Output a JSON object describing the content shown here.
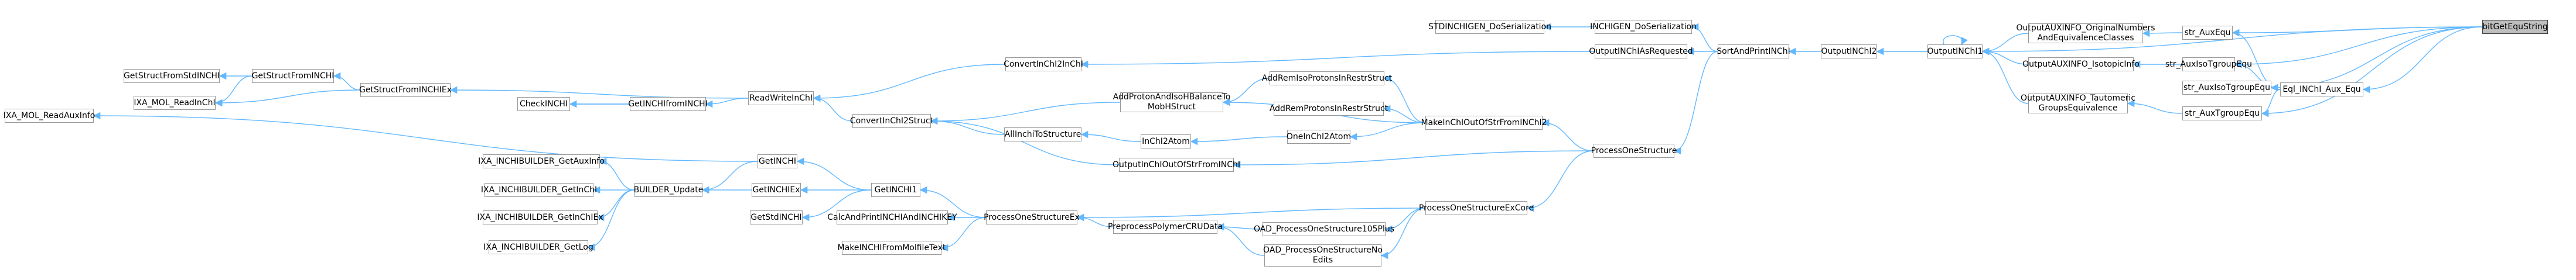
{
  "graph": {
    "root": "ktGetEquString",
    "nodes": [
      {
        "id": "ktGetEquString",
        "label": "bitGetEquString"
      },
      {
        "id": "str_AuxEqu",
        "label": "str_AuxEqu"
      },
      {
        "id": "Eql_INChI_Aux_Equ",
        "label": "Eql_INChI_Aux_Equ"
      },
      {
        "id": "str_AuxIsoTgroupEqu",
        "label": "str_AuxIsoTgroupEqu"
      },
      {
        "id": "str_AuxTgroupEqu",
        "label": "str_AuxTgroupEqu"
      },
      {
        "id": "str_AuxIsoTgroupEqu2",
        "label": "str_AuxIsoTgroupEqu"
      },
      {
        "id": "OutputAUXINFO_OriginalNumbers",
        "label": "OutputAUXINFO_OriginalNumbers\nAndEquivalenceClasses"
      },
      {
        "id": "OutputAUXINFO_IsotopicInfo",
        "label": "OutputAUXINFO_IsotopicInfo"
      },
      {
        "id": "OutputAUXINFO_Tautomeric",
        "label": "OutputAUXINFO_Tautomeric\nGroupsEquivalence"
      },
      {
        "id": "OutputINChI1",
        "label": "OutputINChI1"
      },
      {
        "id": "OutputINChI2",
        "label": "OutputINChI2"
      },
      {
        "id": "SortAndPrintINChI",
        "label": "SortAndPrintINChI"
      },
      {
        "id": "INCHIGEN_DoSerialization",
        "label": "INCHIGEN_DoSerialization"
      },
      {
        "id": "STDINCHIGEN_DoSerialization",
        "label": "STDINCHIGEN_DoSerialization"
      },
      {
        "id": "OutputINChIAsRequested",
        "label": "OutputINChIAsRequested"
      },
      {
        "id": "ConvertInChI2InChI",
        "label": "ConvertInChI2InChI"
      },
      {
        "id": "ReadWriteInChI",
        "label": "ReadWriteInChI"
      },
      {
        "id": "GetStructFromINCHIEx",
        "label": "GetStructFromINCHIEx"
      },
      {
        "id": "GetStructFromINCHI",
        "label": "GetStructFromINCHI"
      },
      {
        "id": "GetStructFromStdINCHI",
        "label": "GetStructFromStdINCHI"
      },
      {
        "id": "IXA_MOL_ReadInChI",
        "label": "IXA_MOL_ReadInChI"
      },
      {
        "id": "CheckINCHI",
        "label": "CheckINCHI"
      },
      {
        "id": "GetINCHIfromINCHI",
        "label": "GetINCHIfromINCHI"
      },
      {
        "id": "IXA_MOL_ReadAuxInfo",
        "label": "IXA_MOL_ReadAuxInfo"
      },
      {
        "id": "ProcessOneStructure",
        "label": "ProcessOneStructure"
      },
      {
        "id": "MakeInChIOutOfStrFromINChI2",
        "label": "MakeInChIOutOfStrFromINChI2"
      },
      {
        "id": "AddRemIsoProtonsInRestrStruct",
        "label": "AddRemIsoProtonsInRestrStruct"
      },
      {
        "id": "AddRemProtonsInRestrStruct",
        "label": "AddRemProtonsInRestrStruct"
      },
      {
        "id": "AddProtonAndIsoHBalanceTo",
        "label": "AddProtonAndIsoHBalanceTo\nMobHStruct"
      },
      {
        "id": "ConvertInChI2Struct",
        "label": "ConvertInChI2Struct"
      },
      {
        "id": "AllInchiToStructure",
        "label": "AllInchiToStructure"
      },
      {
        "id": "InChI2Atom",
        "label": "InChI2Atom"
      },
      {
        "id": "OneInChI2Atom",
        "label": "OneInChI2Atom"
      },
      {
        "id": "OutputInChIOutOfStrFromINChI",
        "label": "OutputInChIOutOfStrFromINChI"
      },
      {
        "id": "ProcessOneStructureExCore",
        "label": "ProcessOneStructureExCore"
      },
      {
        "id": "ProcessOneStructureEx",
        "label": "ProcessOneStructureEx"
      },
      {
        "id": "GetINCHI1",
        "label": "GetINCHI1"
      },
      {
        "id": "GetINCHI",
        "label": "GetINCHI"
      },
      {
        "id": "GetINCHIEx",
        "label": "GetINCHIEx"
      },
      {
        "id": "GetStdINCHI",
        "label": "GetStdINCHI"
      },
      {
        "id": "BUILDER_Update",
        "label": "BUILDER_Update"
      },
      {
        "id": "IXA_INCHIBUILDER_GetAuxInfo",
        "label": "IXA_INCHIBUILDER_GetAuxInfo"
      },
      {
        "id": "IXA_INCHIBUILDER_GetInChI",
        "label": "IXA_INCHIBUILDER_GetInChI"
      },
      {
        "id": "IXA_INCHIBUILDER_GetInChIEx",
        "label": "IXA_INCHIBUILDER_GetInChIEx"
      },
      {
        "id": "IXA_INCHIBUILDER_GetLog",
        "label": "IXA_INCHIBUILDER_GetLog"
      },
      {
        "id": "CalcAndPrintINCHIAndINCHIKEY",
        "label": "CalcAndPrintINCHIAndINCHIKEY"
      },
      {
        "id": "MakeINCHIFromMolfileText",
        "label": "MakeINCHIFromMolfileText"
      },
      {
        "id": "PreprocessPolymerCRUData",
        "label": "PreprocessPolymerCRUData"
      },
      {
        "id": "OAD_ProcessOneStructure105Plus",
        "label": "OAD_ProcessOneStructure105Plus"
      },
      {
        "id": "OAD_ProcessOneStructureNo",
        "label": "OAD_ProcessOneStructureNo\nEdits"
      }
    ],
    "edges": [
      [
        "str_AuxEqu",
        "ktGetEquString"
      ],
      [
        "Eql_INChI_Aux_Equ",
        "ktGetEquString"
      ],
      [
        "str_AuxIsoTgroupEqu",
        "ktGetEquString"
      ],
      [
        "str_AuxTgroupEqu",
        "ktGetEquString"
      ],
      [
        "str_AuxIsoTgroupEqu2",
        "ktGetEquString"
      ],
      [
        "OutputINChI1",
        "ktGetEquString"
      ],
      [
        "OutputAUXINFO_OriginalNumbers",
        "str_AuxEqu"
      ],
      [
        "OutputAUXINFO_IsotopicInfo",
        "str_AuxIsoTgroupEqu2"
      ],
      [
        "OutputAUXINFO_Tautomeric",
        "str_AuxTgroupEqu"
      ],
      [
        "str_AuxEqu",
        "Eql_INChI_Aux_Equ"
      ],
      [
        "str_AuxIsoTgroupEqu",
        "Eql_INChI_Aux_Equ"
      ],
      [
        "str_AuxTgroupEqu",
        "Eql_INChI_Aux_Equ"
      ],
      [
        "str_AuxIsoTgroupEqu2",
        "Eql_INChI_Aux_Equ"
      ],
      [
        "OutputINChI1",
        "OutputAUXINFO_OriginalNumbers"
      ],
      [
        "OutputINChI1",
        "OutputAUXINFO_IsotopicInfo"
      ],
      [
        "OutputINChI1",
        "OutputAUXINFO_Tautomeric"
      ],
      [
        "OutputINChI1",
        "OutputINChI1"
      ],
      [
        "OutputINChI2",
        "OutputINChI1"
      ],
      [
        "SortAndPrintINChI",
        "OutputINChI2"
      ],
      [
        "INCHIGEN_DoSerialization",
        "SortAndPrintINChI"
      ],
      [
        "STDINCHIGEN_DoSerialization",
        "INCHIGEN_DoSerialization"
      ],
      [
        "OutputINChIAsRequested",
        "SortAndPrintINChI"
      ],
      [
        "ProcessOneStructure",
        "SortAndPrintINChI"
      ],
      [
        "ConvertInChI2InChI",
        "OutputINChIAsRequested"
      ],
      [
        "ReadWriteInChI",
        "ConvertInChI2InChI"
      ],
      [
        "GetStructFromINCHIEx",
        "ReadWriteInChI"
      ],
      [
        "GetINCHIfromINCHI",
        "ReadWriteInChI"
      ],
      [
        "GetStructFromINCHI",
        "GetStructFromINCHIEx"
      ],
      [
        "IXA_MOL_ReadInChI",
        "GetStructFromINCHIEx"
      ],
      [
        "GetStructFromStdINCHI",
        "GetStructFromINCHI"
      ],
      [
        "IXA_MOL_ReadInChI",
        "GetStructFromINCHI"
      ],
      [
        "CheckINCHI",
        "GetINCHIfromINCHI"
      ],
      [
        "GetINCHIfromINCHI",
        "CheckINCHI"
      ],
      [
        "ReadWriteInChI",
        "ConvertInChI2Struct"
      ],
      [
        "IXA_MOL_ReadAuxInfo",
        "GetINCHI"
      ],
      [
        "ConvertInChI2Struct",
        "AddProtonAndIsoHBalanceTo"
      ],
      [
        "ConvertInChI2Struct",
        "AllInchiToStructure"
      ],
      [
        "ConvertInChI2Struct",
        "OutputInChIOutOfStrFromINChI"
      ],
      [
        "AddProtonAndIsoHBalanceTo",
        "AddRemIsoProtonsInRestrStruct"
      ],
      [
        "AddProtonAndIsoHBalanceTo",
        "MakeInChIOutOfStrFromINChI2"
      ],
      [
        "AddRemIsoProtonsInRestrStruct",
        "MakeInChIOutOfStrFromINChI2"
      ],
      [
        "AddRemProtonsInRestrStruct",
        "MakeInChIOutOfStrFromINChI2"
      ],
      [
        "AllInchiToStructure",
        "InChI2Atom"
      ],
      [
        "InChI2Atom",
        "OneInChI2Atom"
      ],
      [
        "OneInChI2Atom",
        "MakeInChIOutOfStrFromINChI2"
      ],
      [
        "MakeInChIOutOfStrFromINChI2",
        "ProcessOneStructure"
      ],
      [
        "OutputInChIOutOfStrFromINChI",
        "ProcessOneStructure"
      ],
      [
        "ProcessOneStructureExCore",
        "ProcessOneStructure"
      ],
      [
        "ProcessOneStructureEx",
        "ProcessOneStructureExCore"
      ],
      [
        "OAD_ProcessOneStructure105Plus",
        "ProcessOneStructureExCore"
      ],
      [
        "OAD_ProcessOneStructureNo",
        "ProcessOneStructureExCore"
      ],
      [
        "ProcessOneStructureEx",
        "PreprocessPolymerCRUData"
      ],
      [
        "PreprocessPolymerCRUData",
        "OAD_ProcessOneStructure105Plus"
      ],
      [
        "PreprocessPolymerCRUData",
        "OAD_ProcessOneStructureNo"
      ],
      [
        "GetINCHI1",
        "ProcessOneStructureEx"
      ],
      [
        "CalcAndPrintINCHIAndINCHIKEY",
        "ProcessOneStructureEx"
      ],
      [
        "MakeINCHIFromMolfileText",
        "ProcessOneStructureEx"
      ],
      [
        "GetINCHI",
        "GetINCHI1"
      ],
      [
        "GetINCHIEx",
        "GetINCHI1"
      ],
      [
        "GetStdINCHI",
        "GetINCHI1"
      ],
      [
        "BUILDER_Update",
        "GetINCHI"
      ],
      [
        "BUILDER_Update",
        "GetINCHIEx"
      ],
      [
        "IXA_INCHIBUILDER_GetAuxInfo",
        "BUILDER_Update"
      ],
      [
        "IXA_INCHIBUILDER_GetInChI",
        "BUILDER_Update"
      ],
      [
        "IXA_INCHIBUILDER_GetInChIEx",
        "BUILDER_Update"
      ],
      [
        "IXA_INCHIBUILDER_GetLog",
        "BUILDER_Update"
      ]
    ],
    "colors": {
      "edge": "#63b8ff",
      "node_border": "#999999",
      "root_fill": "#bfbfbf",
      "root_border": "#404040"
    }
  }
}
